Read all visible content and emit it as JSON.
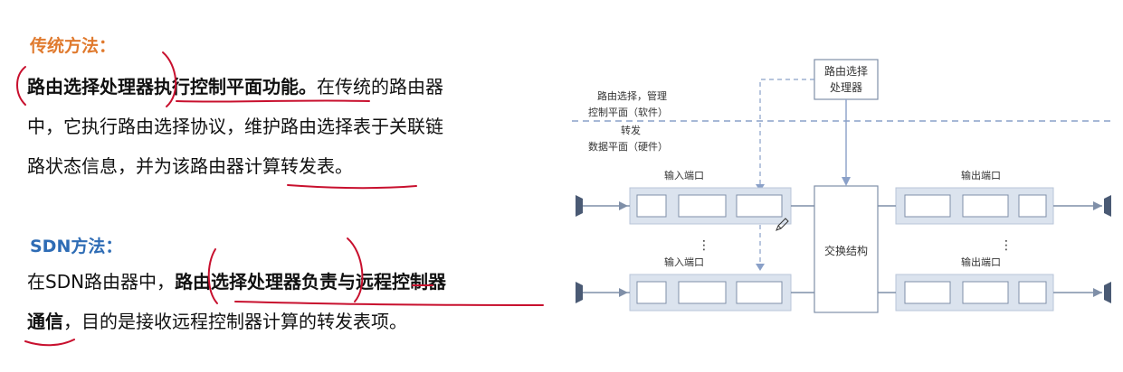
{
  "traditional": {
    "heading": "传统方法：",
    "line1_bold": "路由选择处理器执行控制平面功能。",
    "line1_rest": "在传统的路由器",
    "line2": "中，它执行路由选择协议，维护路由选择表于关联链",
    "line3": "路状态信息，并为该路由器计算转发表。"
  },
  "sdn": {
    "heading": "SDN方法：",
    "line1_plain": "在SDN路由器中，",
    "line1_bold": "路由选择处理器负责与远程控制器",
    "line2_bold": "通信",
    "line2_rest": "，目的是接收远程控制器计算的转发表项。"
  },
  "diagram": {
    "processor_line1": "路由选择",
    "processor_line2": "处理器",
    "control_label1": "路由选择，管理",
    "control_label2": "控制平面（软件）",
    "data_label1": "转发",
    "data_label2": "数据平面（硬件）",
    "input_port_top": "输入端口",
    "input_port_bottom": "输入端口",
    "output_port_top": "输出端口",
    "output_port_bottom": "输出端口",
    "switch_fabric": "交换结构",
    "dots": "⋮"
  },
  "colors": {
    "orange": "#e07a2e",
    "blue": "#2e6cb5",
    "ink_red": "#c8102e"
  }
}
